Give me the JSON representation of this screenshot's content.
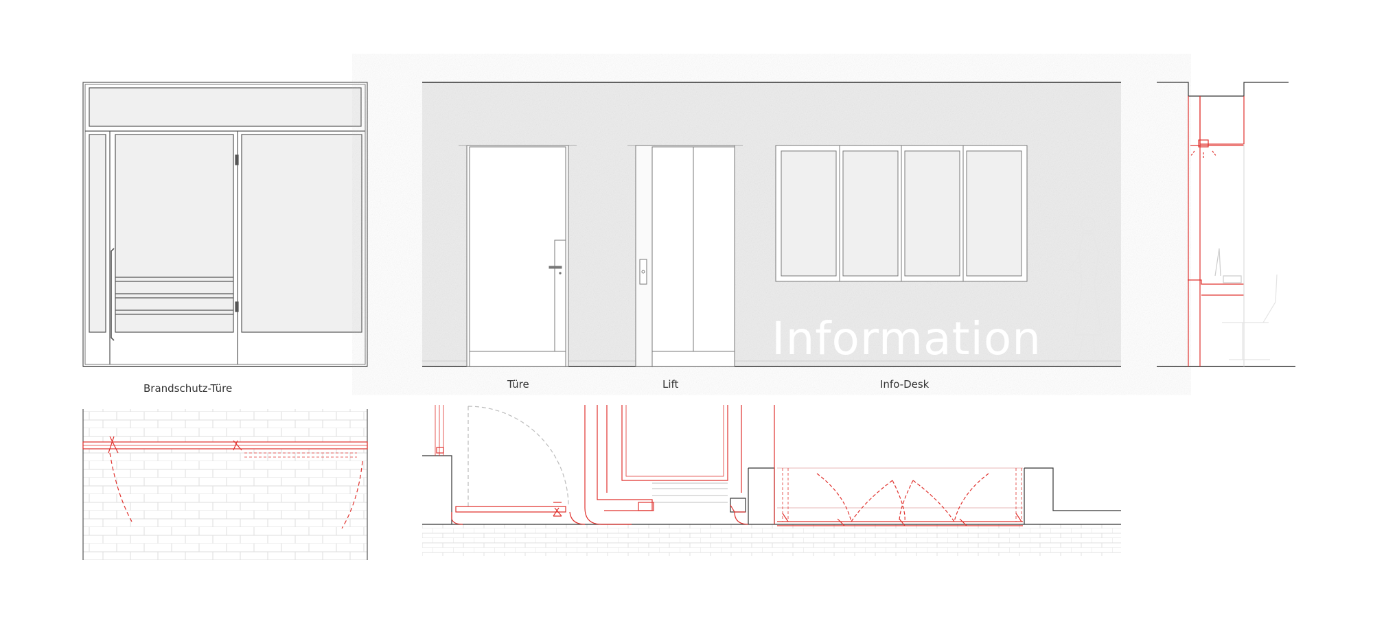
{
  "labels": {
    "fire_door": "Brandschutz-Türe",
    "door": "Türe",
    "lift": "Lift",
    "info_desk": "Info-Desk",
    "wall_sign": "Information"
  },
  "colors": {
    "line": "#555555",
    "section_red": "#e0302c",
    "panel_fill": "#f0f0f0",
    "concrete": "#ececec",
    "grid": "#dcdcdc"
  }
}
